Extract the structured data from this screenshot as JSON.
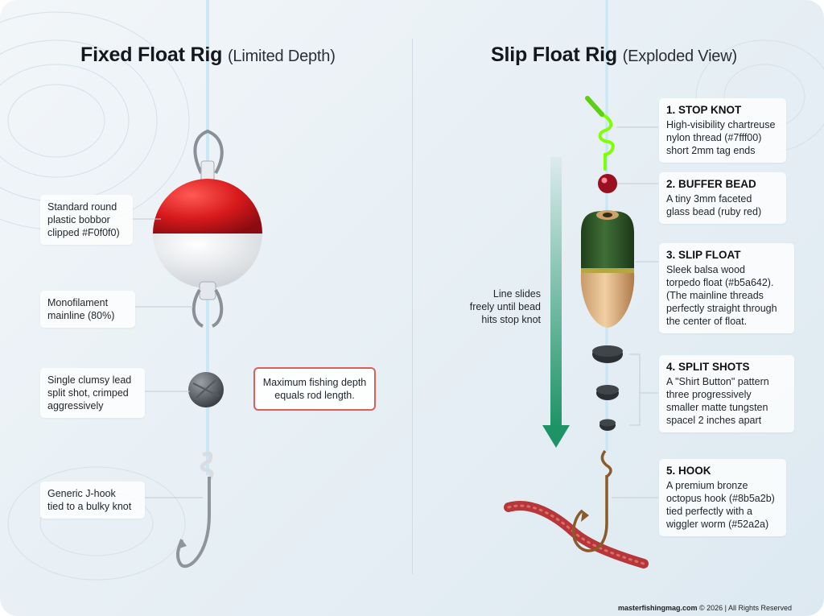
{
  "left": {
    "title": "Fixed Float Rig",
    "subtitle": "(Limited Depth)",
    "labels": [
      {
        "lines": [
          "Standard round",
          "plastic bobbor",
          "clipped #F0f0f0)"
        ]
      },
      {
        "lines": [
          "Monofilament",
          "mainline (80%)"
        ]
      },
      {
        "lines": [
          "Single clumsy lead",
          "split shot, crimped",
          "aggressively"
        ]
      },
      {
        "lines": [
          "Generic J-hook",
          "tied to a bulky knot"
        ]
      }
    ],
    "warning": {
      "lines": [
        "Maximum fishing depth",
        "equals rod length."
      ]
    }
  },
  "right": {
    "title": "Slip Float Rig",
    "subtitle": "(Exploded View)",
    "slide_note": [
      "Line slides",
      "freely until bead",
      "hits stop knot"
    ],
    "labels": [
      {
        "heading": "1. STOP KNOT",
        "lines": [
          "High-visibility chartreuse",
          "nylon thread (#7fff00)",
          "short 2mm tag ends"
        ]
      },
      {
        "heading": "2. BUFFER BEAD",
        "lines": [
          "A tiny 3mm faceted",
          "glass bead (ruby red)"
        ]
      },
      {
        "heading": "3. SLIP FLOAT",
        "lines": [
          "Sleek balsa wood",
          "torpedo float (#b5a642).",
          "(The mainline threads",
          "perfectly straight through",
          "the center of float."
        ]
      },
      {
        "heading": "4. SPLIT SHOTS",
        "lines": [
          "A \"Shirt Button\" pattern",
          "three progressively",
          "smaller matte tungsten",
          "spacel 2 inches apart"
        ]
      },
      {
        "heading": "5. HOOK",
        "lines": [
          "A premium bronze",
          "octopus hook (#8b5a2b)",
          "tied perfectly with a",
          "wiggler worm (#52a2a)"
        ]
      }
    ]
  },
  "footer": {
    "site": "masterfishingmag.com",
    "rest": " © 2026 | All Rights Reserved"
  },
  "colors": {
    "stop_knot": "#7fff00",
    "bead": "#9b1020",
    "float_top": "#2f5a2a",
    "float_body": "#b5a642",
    "hook": "#8b5a2b",
    "worm": "#b5373a",
    "bobber_red": "#d7191c",
    "bobber_white": "#f0f0f0",
    "arrow": "#1e9466",
    "warning_border": "#d9605f"
  }
}
